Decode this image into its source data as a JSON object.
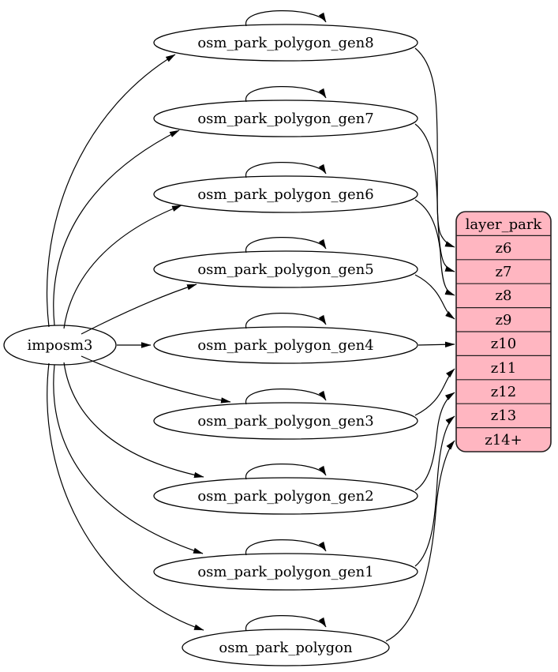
{
  "diagram": {
    "source": {
      "label": "imposm3"
    },
    "tables": [
      {
        "label": "osm_park_polygon_gen8",
        "feeds": "z6"
      },
      {
        "label": "osm_park_polygon_gen7",
        "feeds": "z7"
      },
      {
        "label": "osm_park_polygon_gen6",
        "feeds": "z8"
      },
      {
        "label": "osm_park_polygon_gen5",
        "feeds": "z9"
      },
      {
        "label": "osm_park_polygon_gen4",
        "feeds": "z10"
      },
      {
        "label": "osm_park_polygon_gen3",
        "feeds": "z11"
      },
      {
        "label": "osm_park_polygon_gen2",
        "feeds": "z12"
      },
      {
        "label": "osm_park_polygon_gen1",
        "feeds": "z13"
      },
      {
        "label": "osm_park_polygon",
        "feeds": "z14+"
      }
    ],
    "layer_table": {
      "header": "layer_park",
      "rows": [
        "z6",
        "z7",
        "z8",
        "z9",
        "z10",
        "z11",
        "z12",
        "z13",
        "z14+"
      ]
    },
    "colors": {
      "table_fill": "#ffb6c1",
      "table_stroke": "#241f20",
      "node_fill": "#ffffff",
      "edge": "#000000"
    }
  }
}
